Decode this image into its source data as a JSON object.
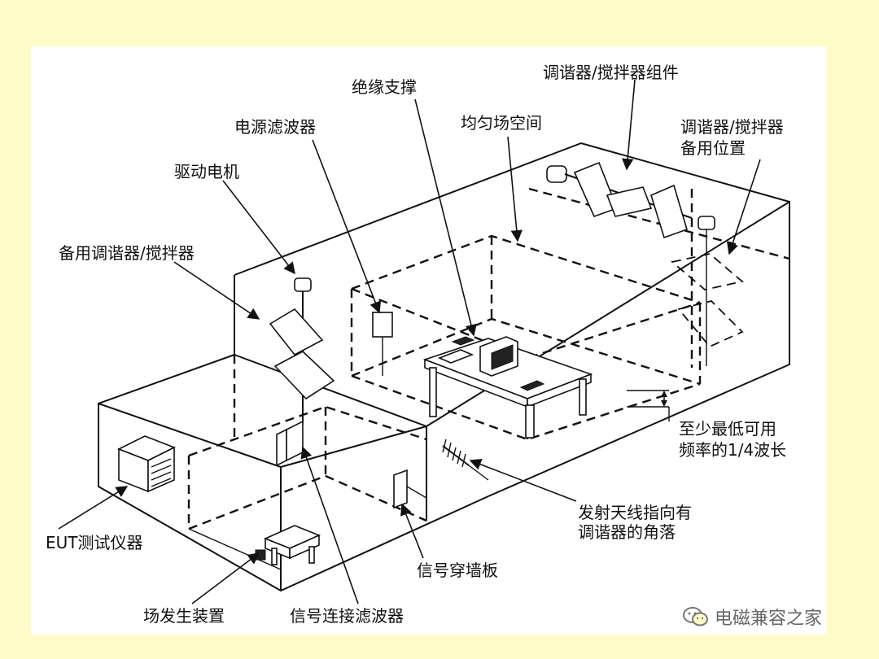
{
  "labels": {
    "tuner_assembly": "调谐器/搅拌器组件",
    "insulated_support": "绝缘支撑",
    "uniform_field": "均匀场空间",
    "tuner_spare_line1": "调谐器/搅拌器",
    "tuner_spare_line2": "备用位置",
    "power_filter": "电源滤波器",
    "drive_motor": "驱动电机",
    "spare_tuner": "备用调谐器/搅拌器",
    "quarter_wave_line1": "至少最低可用",
    "quarter_wave_line2": "频率的1/4波长",
    "antenna_line1": "发射天线指向有",
    "antenna_line2": "调谐器的角落",
    "eut": "EUT测试仪器",
    "bulkhead": "信号穿墙板",
    "field_generator": "场发生装置",
    "signal_filter": "信号连接滤波器"
  },
  "watermark": {
    "text": "电磁兼容之家",
    "icon": "wechat-icon"
  },
  "colors": {
    "background": "#fdfbc8",
    "panel": "#ffffff",
    "ink": "#111111"
  }
}
